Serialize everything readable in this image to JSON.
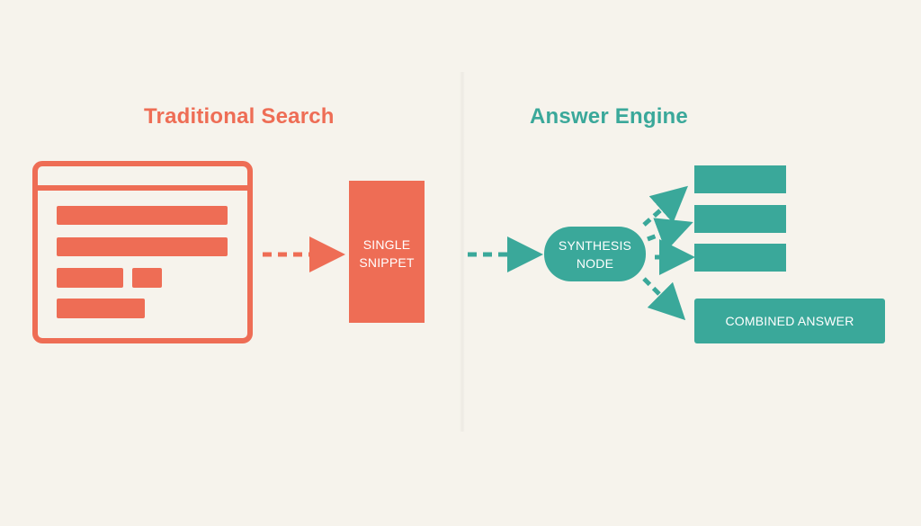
{
  "colors": {
    "background": "#f6f3ec",
    "coral": "#ee6d55",
    "teal": "#3aa89a",
    "white": "#ffffff"
  },
  "traditional": {
    "title": "Traditional Search",
    "snippet_line1": "SINGLE",
    "snippet_line2": "SNIPPET"
  },
  "answer_engine": {
    "title": "Answer Engine",
    "node_line1": "SYNTHESIS",
    "node_line2": "NODE",
    "combined_answer": "COMBINED ANSWER"
  },
  "icons": {
    "browser": "browser-window-icon",
    "arrow": "dashed-arrow-icon"
  }
}
